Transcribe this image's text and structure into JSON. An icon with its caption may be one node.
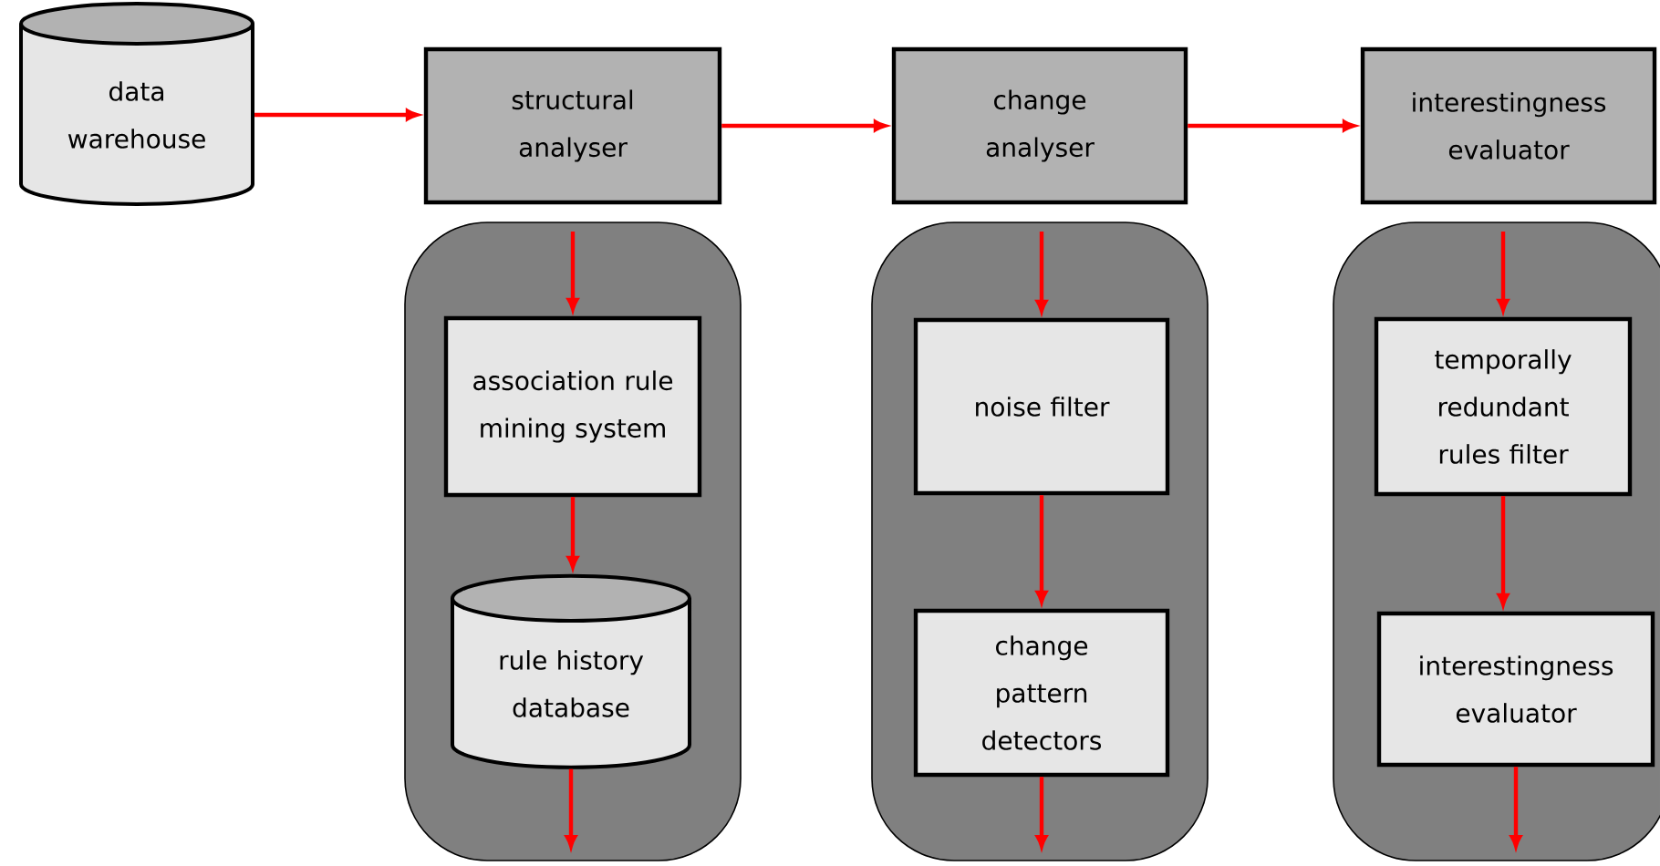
{
  "diagram": {
    "nodes": [
      {
        "text": [
          "data warehouse"
        ]
      },
      {
        "text": [
          "structural analyser"
        ]
      },
      {
        "text": [
          "change analyser"
        ]
      },
      {
        "text": [
          "interestingness evaluator"
        ]
      },
      {
        "text": [],
        "shape": "box"
      },
      {
        "text": [
          "association rule mining system"
        ],
        "in": 4
      },
      {
        "text": [
          "rule history database"
        ],
        "in": 4
      },
      {
        "text": [],
        "shape": "box"
      },
      {
        "text": [
          "noise filter"
        ],
        "in": 7
      },
      {
        "text": [
          "change pattern detectors"
        ],
        "in": 7
      },
      {
        "text": [],
        "shape": "box"
      },
      {
        "text": [
          "temporally redundant rules filter"
        ],
        "in": 10
      },
      {
        "text": [
          "interestingness evaluator"
        ],
        "in": 10
      }
    ],
    "edges": [
      {
        "from": 0,
        "to": 1,
        "arrow": "to"
      },
      {
        "from": 1,
        "to": 2,
        "arrow": "to"
      },
      {
        "from": 2,
        "to": 3,
        "arrow": "to"
      },
      {
        "from": null,
        "to": 5,
        "arrow": "to"
      },
      {
        "from": 5,
        "to": 6,
        "arrow": "to"
      },
      {
        "from": 6,
        "to": null,
        "arrow": "to"
      },
      {
        "from": null,
        "to": 8,
        "arrow": "to"
      },
      {
        "from": 8,
        "to": 9,
        "arrow": "to"
      },
      {
        "from": 9,
        "to": null,
        "arrow": "to"
      },
      {
        "from": null,
        "to": 11,
        "arrow": "to"
      },
      {
        "from": 11,
        "to": 12,
        "arrow": "to"
      },
      {
        "from": 12,
        "to": null,
        "arrow": "to"
      }
    ]
  }
}
